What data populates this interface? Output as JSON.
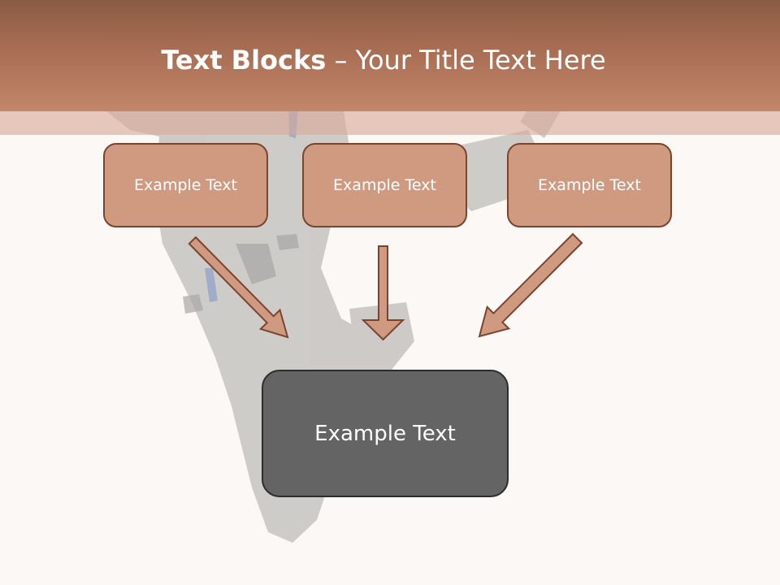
{
  "slide": {
    "title_bold": "Text Blocks",
    "title_dash": "–",
    "title_rest": "Your Title Text Here",
    "blocks": [
      {
        "label": "Example Text"
      },
      {
        "label": "Example Text"
      },
      {
        "label": "Example Text"
      }
    ],
    "main_block": {
      "label": "Example Text"
    }
  },
  "colors": {
    "header": "#b87a5f",
    "block_fill": "#cf9a80",
    "block_border": "#7a4430",
    "main_fill": "#646464",
    "background": "#fcf8f5"
  }
}
